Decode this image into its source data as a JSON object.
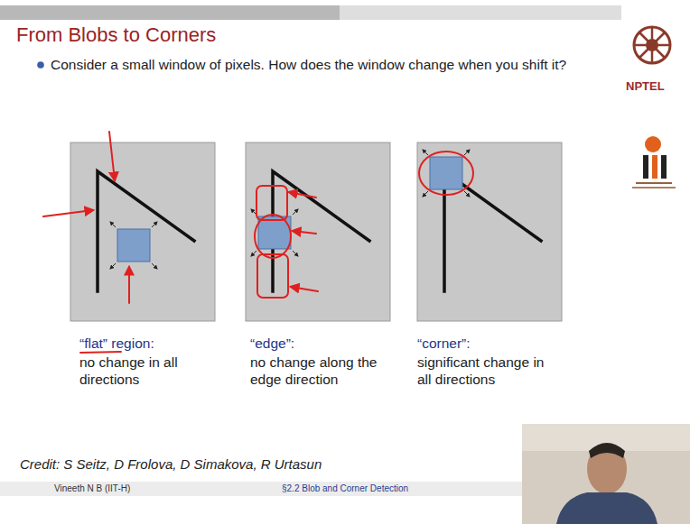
{
  "diagram": {
    "title": "From Blobs to Corners",
    "nodes": [
      {
        "text": [
          "“flat” region:",
          "no change in all directions"
        ]
      },
      {
        "text": [
          "“edge”:",
          "no change along the edge direction"
        ]
      },
      {
        "text": [
          "“corner”:",
          "significant change in all directions"
        ]
      }
    ],
    "labels": [
      "Consider a small window of pixels. How does the window change when you shift it?",
      "Credit: S Seitz, D Frolova, D Simakova, R Urtasun",
      "Vineeth N B (IIT-H)",
      "§2.2 Blob and Corner Detection",
      "NPTEL"
    ]
  }
}
